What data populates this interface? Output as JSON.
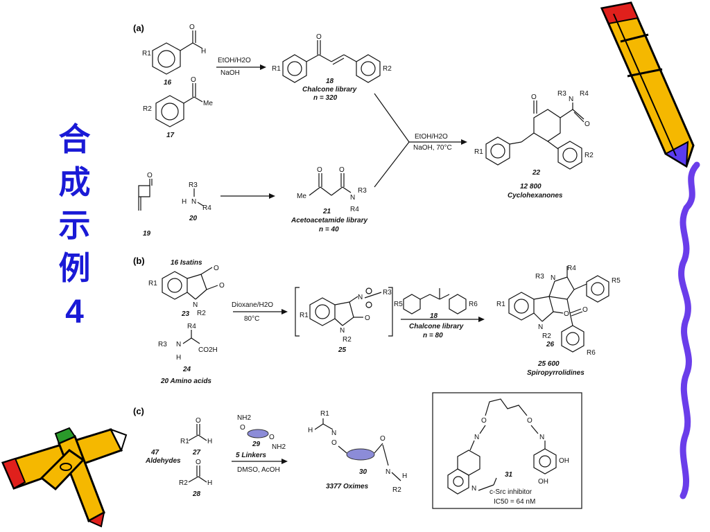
{
  "slide": {
    "title_chars": [
      "合",
      "成",
      "示",
      "例"
    ],
    "title_number": "4"
  },
  "scheme_a": {
    "label": "(a)",
    "cmpd16": "16",
    "sub16": "R1",
    "h16": "H",
    "o16": "O",
    "cmpd17": "17",
    "sub17": "R2",
    "me17": "Me",
    "o17": "O",
    "cond1_line1": "EtOH/H2O",
    "cond1_line2": "NaOH",
    "cmpd18": "18",
    "lib18": "Chalcone library",
    "n18": "n = 320",
    "r1_18": "R1",
    "r2_18": "R2",
    "o18": "O",
    "cmpd19": "19",
    "o19": "O",
    "cmpd20": "20",
    "r3_20": "R3",
    "r4_20": "R4",
    "h20": "H",
    "n20": "N",
    "cmpd21": "21",
    "lib21": "Acetoacetamide library",
    "n21": "n = 40",
    "me21": "Me",
    "r3_21": "R3",
    "r4_21": "R4",
    "nn21": "N",
    "cond2_line1": "EtOH/H2O",
    "cond2_line2": "NaOH, 70°C",
    "cmpd22": "22",
    "count22": "12 800",
    "lib22": "Cyclohexanones",
    "r1_22": "R1",
    "r2_22": "R2",
    "r3_22": "R3",
    "r4_22": "R4",
    "n22": "N"
  },
  "scheme_b": {
    "label": "(b)",
    "isatins": "16 Isatins",
    "cmpd23": "23",
    "r1_23": "R1",
    "r2_23": "R2",
    "n23": "N",
    "cmpd24": "24",
    "r3_24": "R3",
    "r4_24": "R4",
    "h24": "H",
    "n24": "N",
    "co2h": "CO2H",
    "amino": "20 Amino acids",
    "cond_line1": "Dioxane/H2O",
    "cond_line2": "80°C",
    "cmpd25": "25",
    "r2_25": "R2",
    "r1_25": "R1",
    "r3_25": "R3",
    "cmpd18b": "18",
    "chalcone_lib": "Chalcone library",
    "n80": "n = 80",
    "r5_18": "R5",
    "r6_18": "R6",
    "cmpd26": "26",
    "count26": "25 600",
    "lib26": "Spiropyrrolidines",
    "r1_26": "R1",
    "r2_26": "R2",
    "r3_26": "R3",
    "r4_26": "R4",
    "r5_26": "R5",
    "r6_26": "R6"
  },
  "scheme_c": {
    "label": "(c)",
    "ald_count": "47",
    "ald_word": "Aldehydes",
    "cmpd27": "27",
    "r1_27": "R1",
    "h27": "H",
    "cmpd28": "28",
    "r2_28": "R2",
    "h28": "H",
    "cmpd29": "29",
    "nh2a": "NH2",
    "nh2b": "NH2",
    "linkers": "5 Linkers",
    "cond": "DMSO, AcOH",
    "cmpd30": "30",
    "oximes": "3377 Oximes",
    "r1_30": "R1",
    "r2_30": "R2",
    "h30a": "H",
    "h30b": "H",
    "cmpd31": "31",
    "inhibitor": "c-Src inhibitor",
    "ic50": "IC50 = 64 nM",
    "oh1": "OH",
    "oh2": "OH",
    "n31": "N"
  },
  "colors": {
    "title": "#1a1ad6",
    "pencil_yellow": "#f5b800",
    "pencil_red": "#e0201c",
    "pencil_green": "#2a9a2a",
    "squiggle": "#6a3dea",
    "bead": "#8c8cd8"
  }
}
